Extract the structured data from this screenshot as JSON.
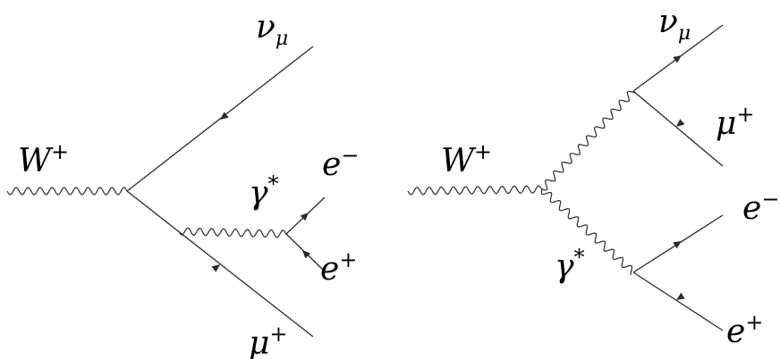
{
  "diagrams": [
    {
      "labels": {
        "w_boson": {
          "sym": "W",
          "sup": "+"
        },
        "neutrino": {
          "sym": "ν",
          "sub": "μ"
        },
        "photon": {
          "sym": "γ",
          "sup": "*"
        },
        "electron": {
          "sym": "e",
          "sup": "−"
        },
        "positron": {
          "sym": "e",
          "sup": "+"
        },
        "antimuon": {
          "sym": "μ",
          "sup": "+"
        }
      }
    },
    {
      "labels": {
        "w_boson": {
          "sym": "W",
          "sup": "+"
        },
        "neutrino": {
          "sym": "ν",
          "sub": "μ"
        },
        "antimuon": {
          "sym": "μ",
          "sup": "+"
        },
        "electron": {
          "sym": "e",
          "sup": "−"
        },
        "photon": {
          "sym": "γ",
          "sup": "*"
        },
        "positron": {
          "sym": "e",
          "sup": "+"
        }
      }
    }
  ]
}
